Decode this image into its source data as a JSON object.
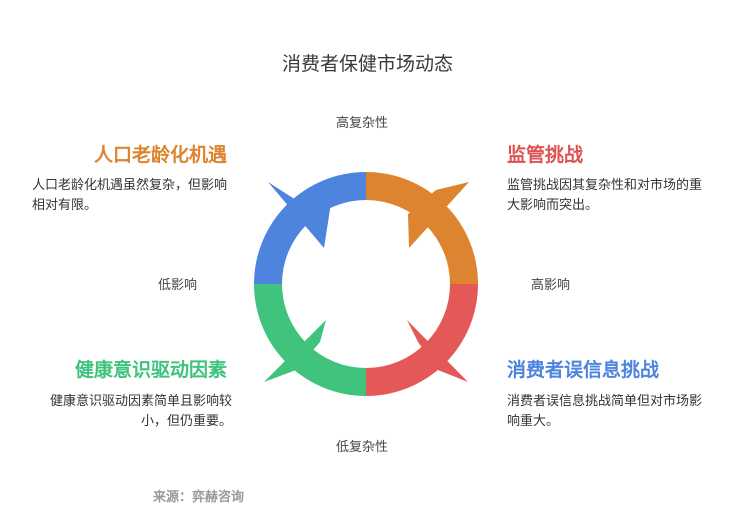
{
  "title": "消费者保健市场动态",
  "axes": {
    "top": "高复杂性",
    "bottom": "低复杂性",
    "left": "低影响",
    "right": "高影响"
  },
  "quadrants": {
    "top_left": {
      "heading": "人口老龄化机遇",
      "desc": "人口老龄化机遇虽然复杂，但影响相对有限。",
      "color": "#dd8431"
    },
    "top_right": {
      "heading": "监管挑战",
      "desc": "监管挑战因其复杂性和对市场的重大影响而突出。",
      "color": "#df5253"
    },
    "bottom_left": {
      "heading": "健康意识驱动因素",
      "desc": "健康意识驱动因素简单且影响较小，但仍重要。",
      "color": "#3fc37d"
    },
    "bottom_right": {
      "heading": "消费者误信息挑战",
      "desc": "消费者误信息挑战简单但对市场影响重大。",
      "color": "#4d84de"
    }
  },
  "cycle_colors": {
    "top_left": "#4d84de",
    "top_right": "#dd8431",
    "bottom_right": "#e45858",
    "bottom_left": "#3fc37d"
  },
  "source": "来源：弈赫咨询"
}
